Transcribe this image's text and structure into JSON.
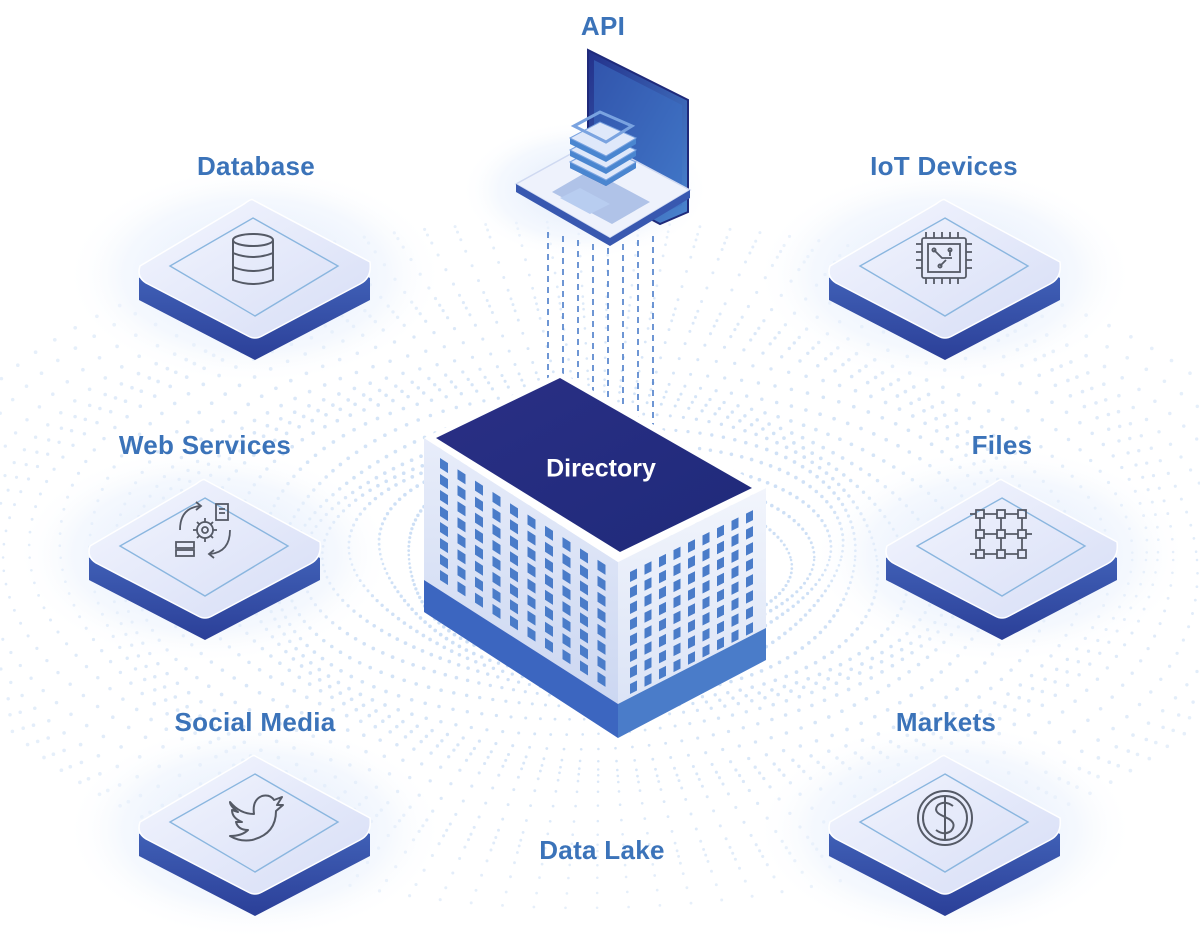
{
  "colors": {
    "label": "#3b73b9",
    "tile_top": "#e4e9fb",
    "tile_side": "#3b5fb5",
    "building_roof": "#26308a",
    "building_face": "#dfe6f7",
    "window": "#4a7cc9",
    "accent": "#2f6fd0"
  },
  "hub": {
    "label": "Directory",
    "icon": "office-building-icon"
  },
  "sources": [
    {
      "id": "api",
      "label": "API",
      "icon": "laptop-server-stack-icon"
    },
    {
      "id": "database",
      "label": "Database",
      "icon": "database-icon"
    },
    {
      "id": "iot",
      "label": "IoT Devices",
      "icon": "chip-icon"
    },
    {
      "id": "web-services",
      "label": "Web Services",
      "icon": "gear-sync-icon"
    },
    {
      "id": "files",
      "label": "Files",
      "icon": "file-grid-icon"
    },
    {
      "id": "social-media",
      "label": "Social Media",
      "icon": "twitter-bird-icon"
    },
    {
      "id": "markets",
      "label": "Markets",
      "icon": "dollar-coin-icon"
    }
  ],
  "footer_label": "Data Lake"
}
